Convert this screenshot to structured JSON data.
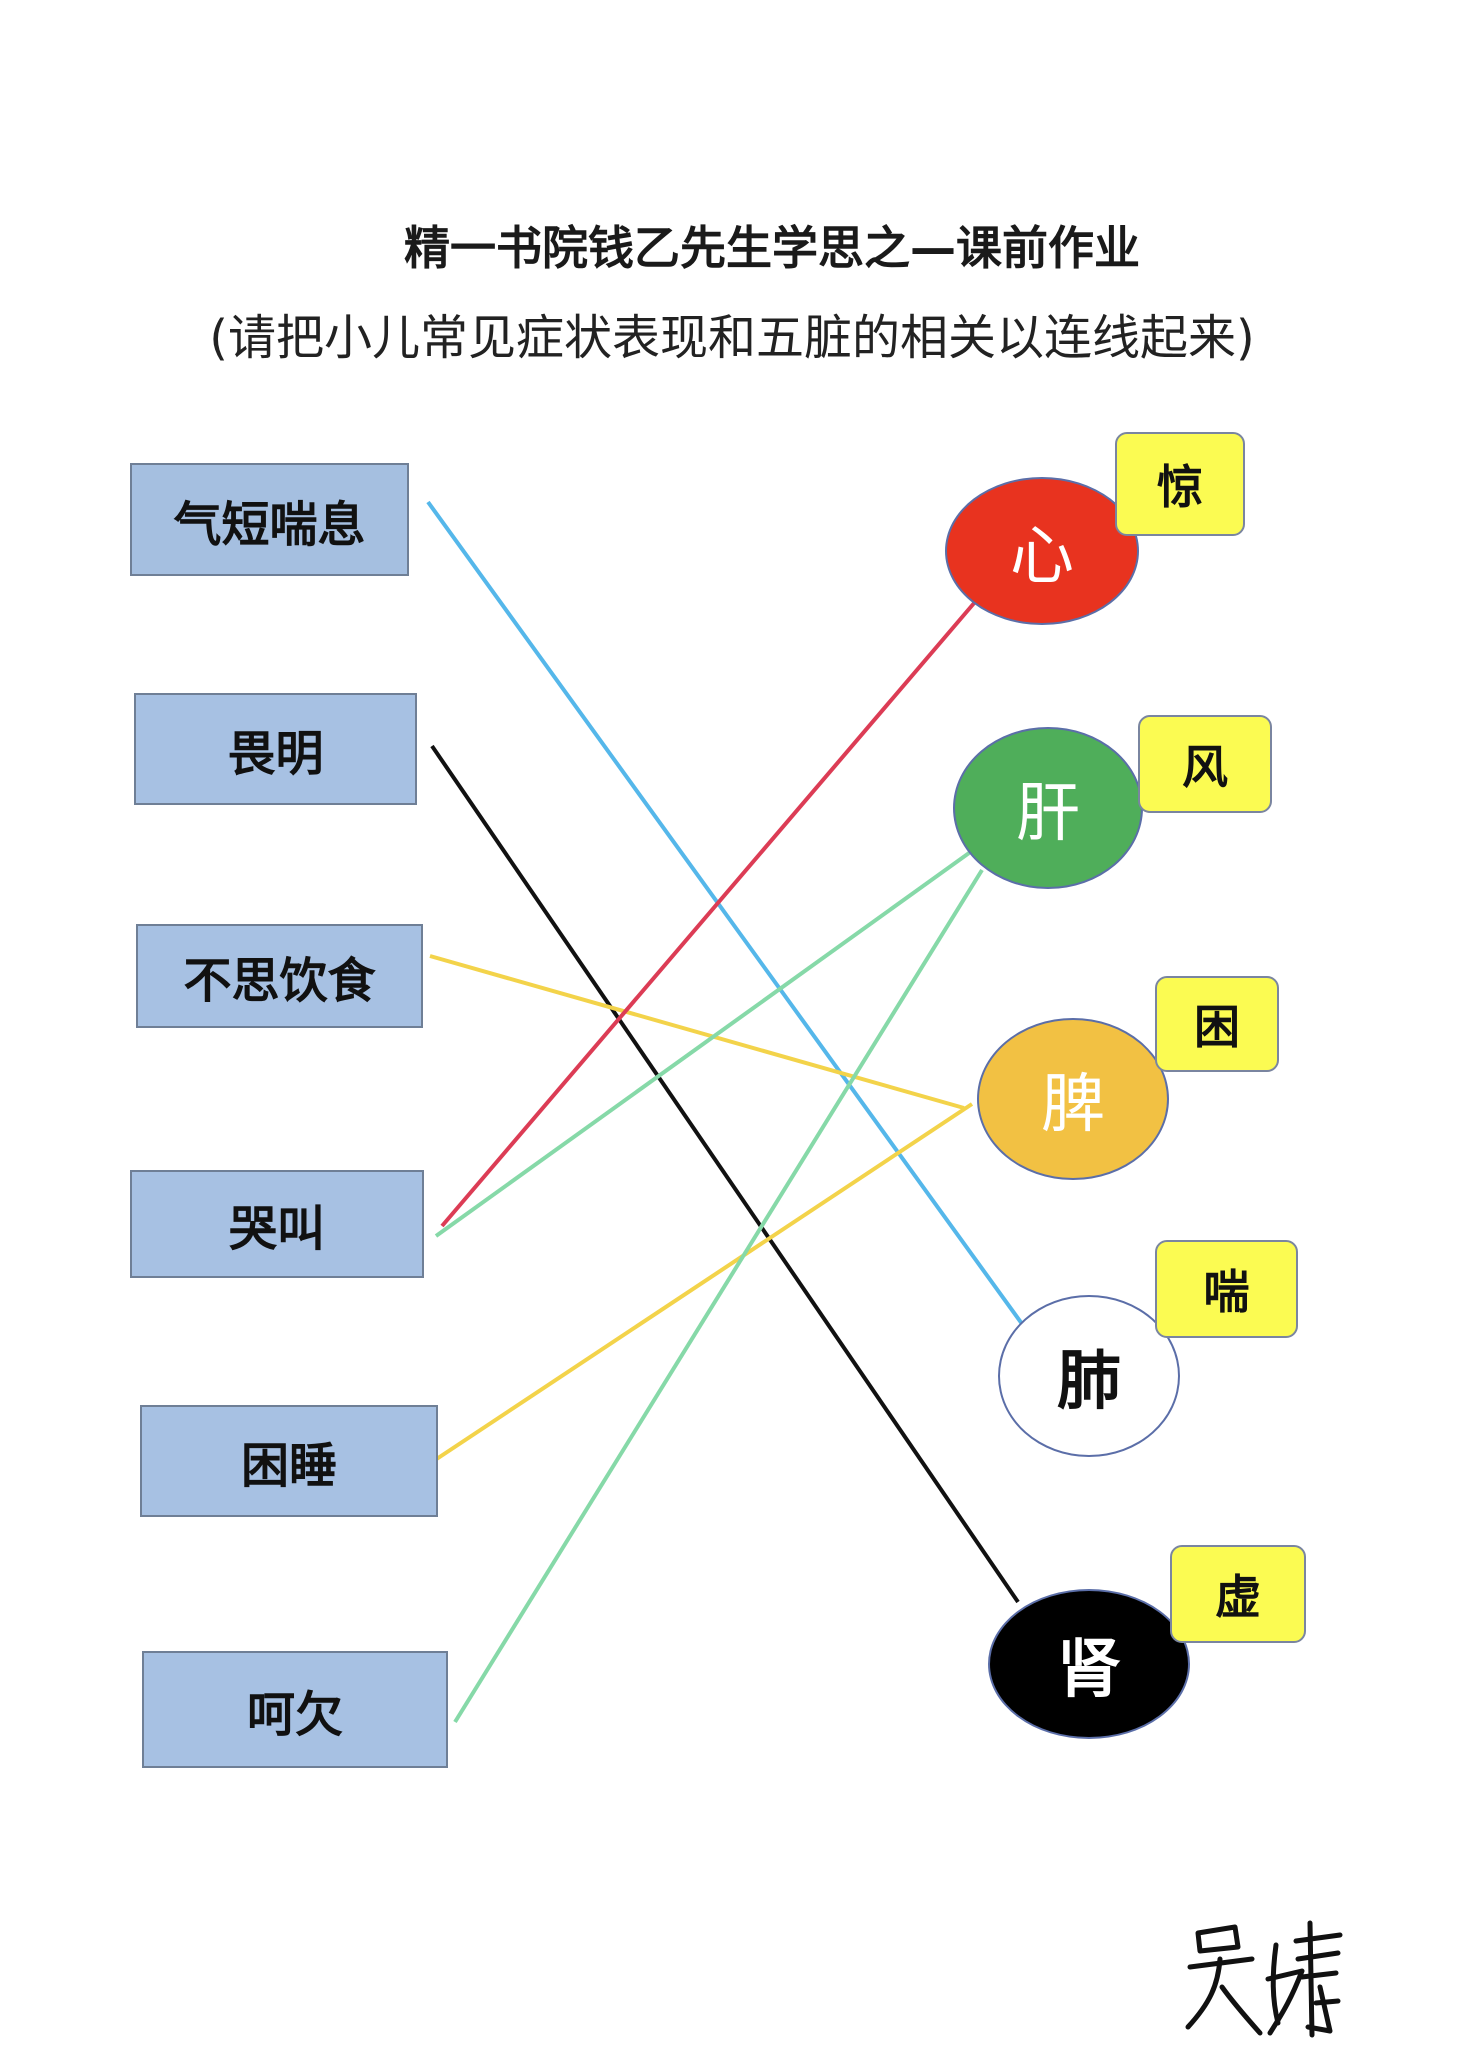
{
  "title": "精一书院钱乙先生学思之—课前作业",
  "subtitle": "(请把小儿常见症状表现和五脏的相关以连线起来)",
  "symptoms": [
    "气短喘息",
    "畏明",
    "不思饮食",
    "哭叫",
    "困睡",
    "呵欠"
  ],
  "organs": [
    {
      "name": "心",
      "tag": "惊",
      "color": "#e8331f"
    },
    {
      "name": "肝",
      "tag": "风",
      "color": "#4fae5a"
    },
    {
      "name": "脾",
      "tag": "困",
      "color": "#f2c143"
    },
    {
      "name": "肺",
      "tag": "喘",
      "color": "#ffffff"
    },
    {
      "name": "肾",
      "tag": "虚",
      "color": "#000000"
    }
  ],
  "connections": [
    {
      "from": "气短喘息",
      "to": "肺",
      "color": "#55b7ea"
    },
    {
      "from": "畏明",
      "to": "肾",
      "color": "#111111"
    },
    {
      "from": "不思饮食",
      "to": "脾",
      "color": "#f3d34a"
    },
    {
      "from": "哭叫",
      "to": "心",
      "color": "#dc3c55"
    },
    {
      "from": "哭叫",
      "to": "肝",
      "color": "#86d9a8"
    },
    {
      "from": "困睡",
      "to": "脾",
      "color": "#f3d34a"
    },
    {
      "from": "呵欠",
      "to": "肝",
      "color": "#86d9a8"
    }
  ],
  "signature": "吴靖"
}
